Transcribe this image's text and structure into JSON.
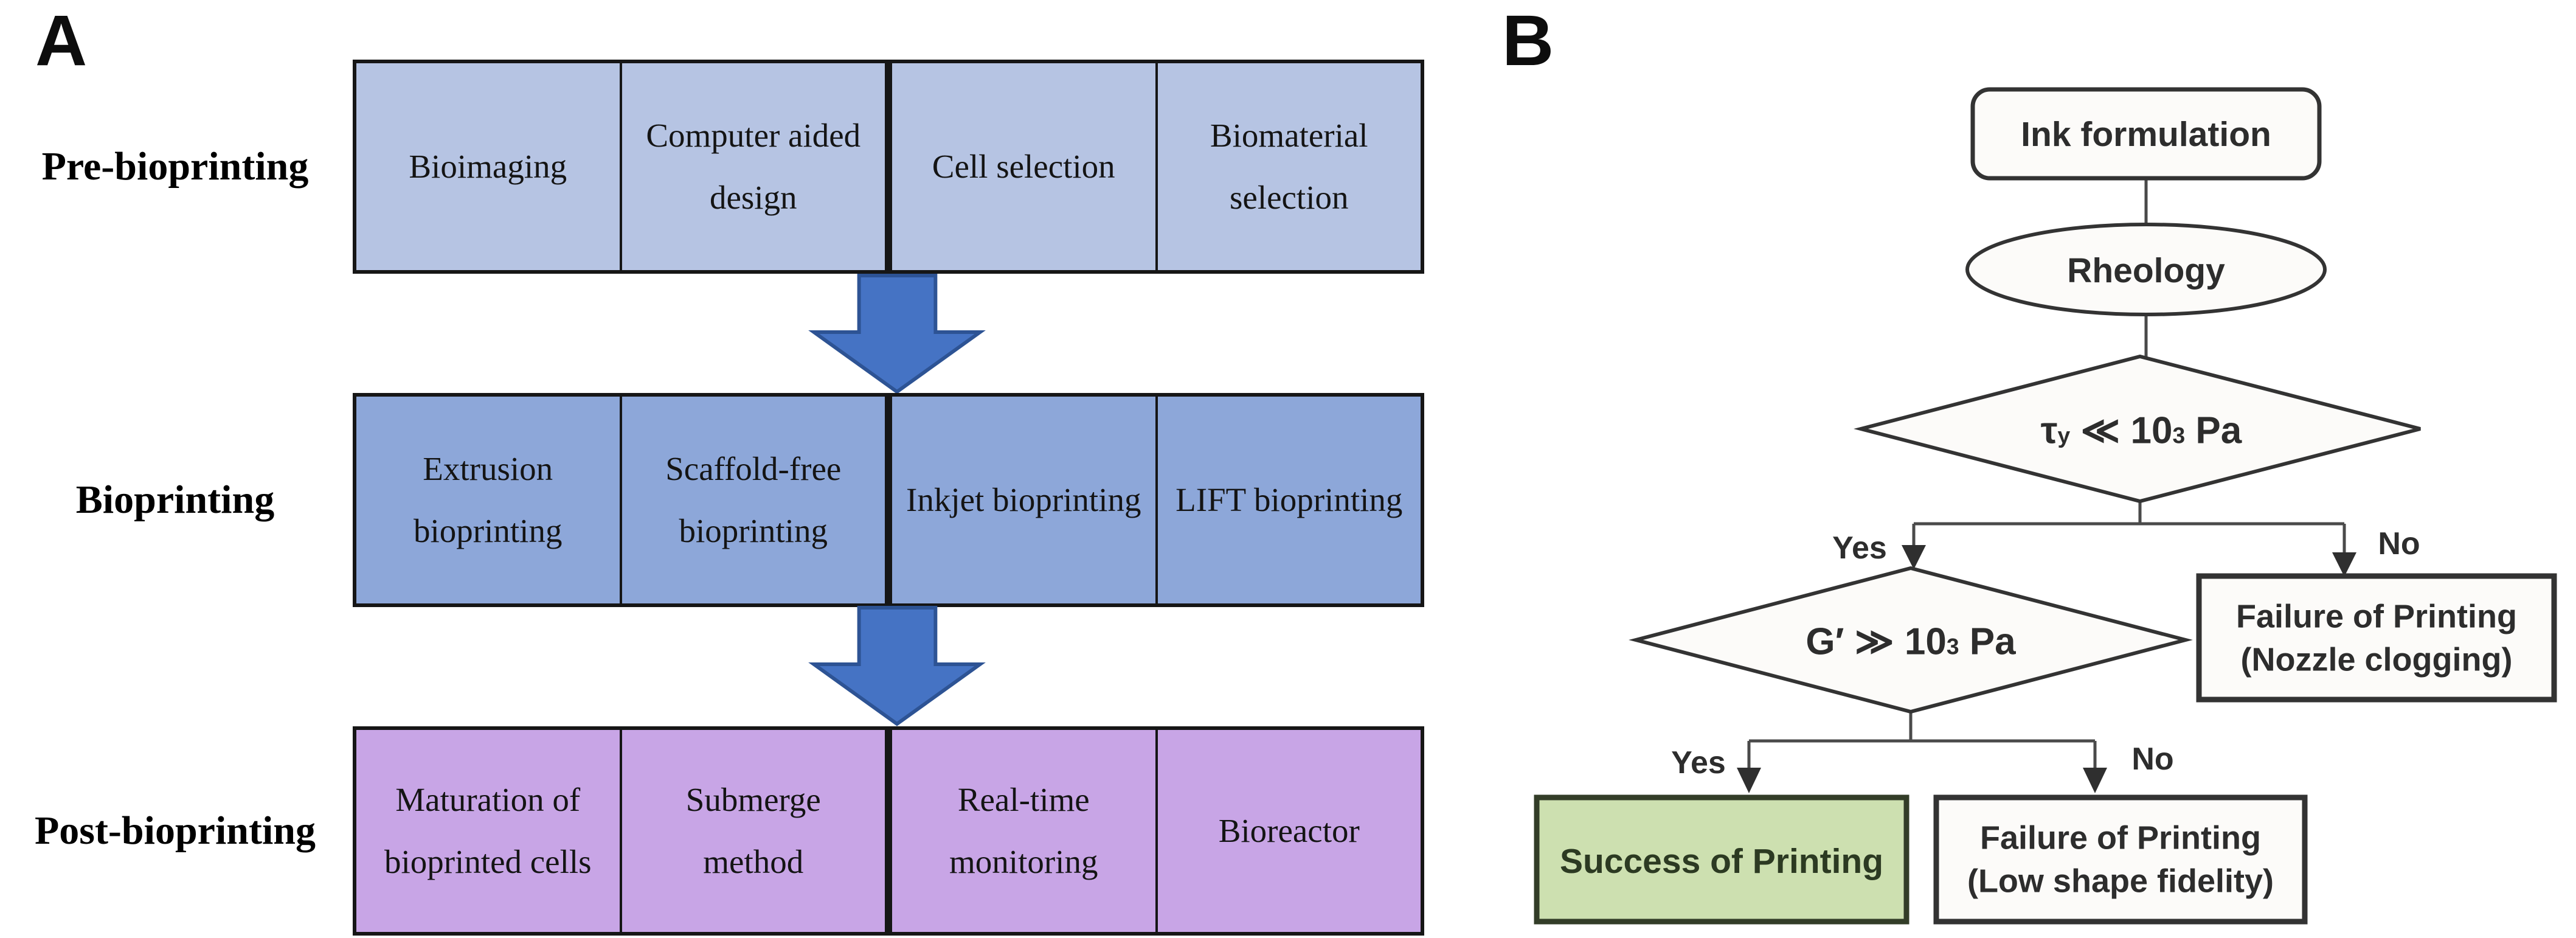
{
  "panel_a": {
    "label": "A",
    "rows": [
      {
        "label": "Pre-bioprinting",
        "cell_bg": "#b6c4e3",
        "cells": [
          "Bioimaging",
          "Computer aided design",
          "Cell selection",
          "Biomaterial selection"
        ]
      },
      {
        "label": "Bioprinting",
        "cell_bg": "#8da7d9",
        "cells": [
          "Extrusion bioprinting",
          "Scaffold-free bioprinting",
          "Inkjet bioprinting",
          "LIFT bioprinting"
        ]
      },
      {
        "label": "Post-bioprinting",
        "cell_bg": "#c8a5e6",
        "cells": [
          "Maturation of bioprinted cells",
          "Submerge method",
          "Real-time monitoring",
          "Bioreactor"
        ]
      }
    ],
    "arrow_fill": "#4573c4",
    "arrow_stroke": "#2d5394",
    "border_color": "#161616"
  },
  "panel_b": {
    "label": "B",
    "nodes": {
      "ink_formulation": "Ink formulation",
      "rheology": "Rheology",
      "diamond1": {
        "prefix": "τ",
        "sub": "y",
        "mid": " ≪ 10",
        "sup": "3",
        "suffix": " Pa"
      },
      "diamond2": {
        "prefix": "G′",
        "mid": " ≫ 10",
        "sup": "3",
        "suffix": " Pa"
      },
      "failure_nozzle_line1": "Failure of Printing",
      "failure_nozzle_line2": "(Nozzle clogging)",
      "success": "Success of Printing",
      "failure_fidelity_line1": "Failure of Printing",
      "failure_fidelity_line2": "(Low shape fidelity)"
    },
    "branch_labels": {
      "yes1": "Yes",
      "no1": "No",
      "yes2": "Yes",
      "no2": "No"
    },
    "colors": {
      "line": "#4a4a4a",
      "node_border": "#333333",
      "node_fill": "#fcfbf9",
      "success_bg": "#cde0b0",
      "success_border": "#333d28",
      "success_text": "#2c3a22"
    }
  }
}
